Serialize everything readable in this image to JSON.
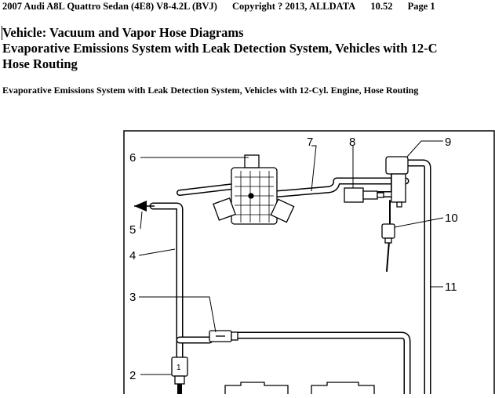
{
  "header": {
    "vehicle": "2007 Audi A8L Quattro Sedan (4E8) V8-4.2L (BVJ)",
    "copyright": "Copyright ? 2013, ALLDATA",
    "version": "10.52",
    "page": "Page 1"
  },
  "title": {
    "line1": "Vehicle: Vacuum and Vapor Hose Diagrams",
    "line2": "Evaporative Emissions System with Leak Detection System, Vehicles with 12-C",
    "line3": "Hose Routing"
  },
  "subtitle": "Evaporative Emissions System with Leak Detection System, Vehicles with 12-Cyl. Engine, Hose Routing",
  "diagram": {
    "callouts": [
      "1",
      "2",
      "3",
      "4",
      "5",
      "6",
      "7",
      "8",
      "9",
      "10",
      "11"
    ]
  }
}
